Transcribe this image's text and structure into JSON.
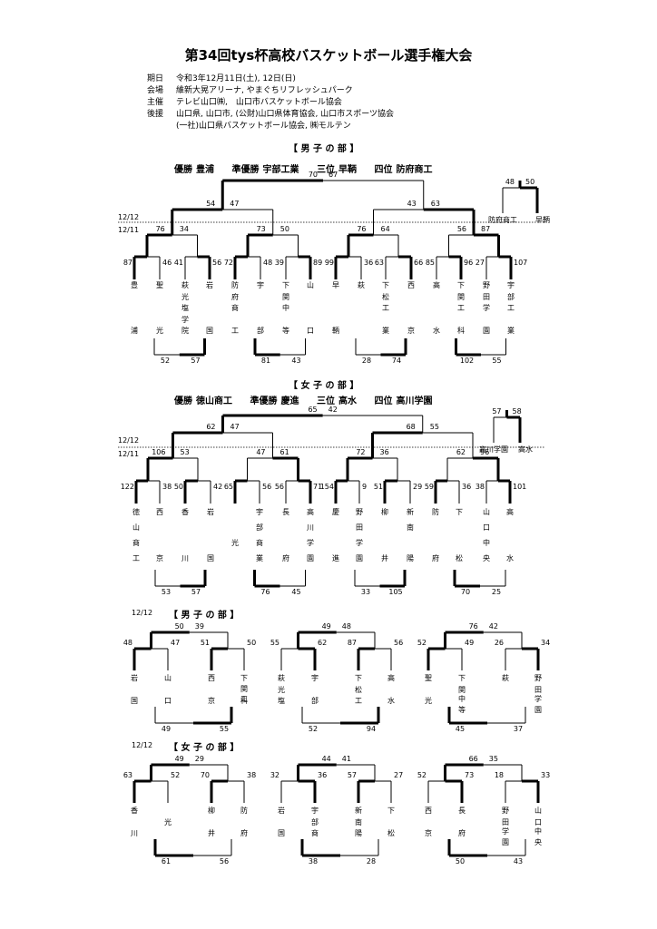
{
  "title": "第34回tys杯高校バスケットボール選手権大会",
  "info": [
    {
      "k": "期日",
      "v": "令和3年12月11日(土), 12日(日)"
    },
    {
      "k": "会場",
      "v": "維新大晃アリーナ, やまぐちリフレッシュパーク"
    },
    {
      "k": "主催",
      "v": "テレビ山口㈱,　山口市バスケットボール協会"
    },
    {
      "k": "後援",
      "v": "山口県,  山口市,  (公財)山口県体育協会,  山口市スポーツ協会"
    },
    {
      "k": "",
      "v": "(一社)山口県バスケットボール協会,  ㈱モルテン"
    }
  ],
  "dates": {
    "d1": "12/11",
    "d2": "12/12"
  },
  "men": {
    "heading": "【 男 子 の 部 】",
    "results": {
      "l1": "優勝",
      "v1": "豊浦",
      "l2": "準優勝",
      "v2": "宇部工業",
      "l3": "三位",
      "v3": "早鞆",
      "l4": "四位",
      "v4": "防府商工"
    },
    "teams": [
      [
        "豊",
        "",
        "",
        "",
        "浦"
      ],
      [
        "聖",
        "",
        "",
        "",
        "光"
      ],
      [
        "萩",
        "光",
        "塩",
        "学",
        "院"
      ],
      [
        "岩",
        "",
        "",
        "",
        "国"
      ],
      [
        "防",
        "府",
        "商",
        "",
        "工"
      ],
      [
        "宇",
        "",
        "",
        "",
        "部"
      ],
      [
        "下",
        "関",
        "中",
        "",
        "等"
      ],
      [
        "山",
        "",
        "",
        "",
        "口"
      ],
      [
        "早",
        "",
        "",
        "",
        "鞆"
      ],
      [
        "萩",
        "",
        "",
        "",
        ""
      ],
      [
        "下",
        "松",
        "工",
        "",
        "業"
      ],
      [
        "西",
        "",
        "",
        "",
        "京"
      ],
      [
        "高",
        "",
        "",
        "",
        "水"
      ],
      [
        "下",
        "関",
        "工",
        "",
        "科"
      ],
      [
        "野",
        "田",
        "学",
        "",
        "園"
      ],
      [
        "宇",
        "部",
        "工",
        "",
        "業"
      ]
    ],
    "r1": [
      "87",
      "46",
      "41",
      "56",
      "72",
      "48",
      "39",
      "89",
      "99",
      "36",
      "63",
      "66",
      "85",
      "96",
      "27",
      "107"
    ],
    "r1b": [
      "52",
      "57",
      "81",
      "43",
      "28",
      "74",
      "102",
      "55"
    ],
    "r2": [
      "76",
      "34",
      "73",
      "50",
      "76",
      "64",
      "56",
      "87"
    ],
    "r3": [
      "54",
      "47",
      "43",
      "63"
    ],
    "final": [
      "70",
      "67"
    ],
    "third": {
      "s": [
        "48",
        "50"
      ],
      "t": [
        "防府商工",
        "早鞆"
      ]
    }
  },
  "women": {
    "heading": "【 女 子 の 部 】",
    "results": {
      "l1": "優勝",
      "v1": "徳山商工",
      "l2": "準優勝",
      "v2": "慶進",
      "l3": "三位",
      "v3": "高水",
      "l4": "四位",
      "v4": "高川学園"
    },
    "teams": [
      [
        "徳",
        "山",
        "商",
        "工"
      ],
      [
        "西",
        "",
        "",
        "京"
      ],
      [
        "香",
        "",
        "",
        "川"
      ],
      [
        "岩",
        "",
        "",
        "国"
      ],
      [
        "",
        "",
        "光",
        ""
      ],
      [
        "宇",
        "部",
        "商",
        "業"
      ],
      [
        "長",
        "",
        "",
        "府"
      ],
      [
        "高",
        "川",
        "学",
        "園"
      ],
      [
        "慶",
        "",
        "",
        "進"
      ],
      [
        "野",
        "田",
        "学",
        "園"
      ],
      [
        "柳",
        "",
        "",
        "井"
      ],
      [
        "新",
        "南",
        "",
        "陽"
      ],
      [
        "防",
        "",
        "",
        "府"
      ],
      [
        "下",
        "",
        "",
        "松"
      ],
      [
        "山",
        "口",
        "中",
        "央"
      ],
      [
        "高",
        "",
        "",
        "水"
      ]
    ],
    "r1": [
      "122",
      "38",
      "50",
      "42",
      "65",
      "56",
      "56",
      "71",
      "154",
      "9",
      "51",
      "29",
      "59",
      "36",
      "38",
      "101"
    ],
    "r1b": [
      "53",
      "57",
      "76",
      "45",
      "33",
      "105",
      "70",
      "25"
    ],
    "r2": [
      "106",
      "53",
      "47",
      "61",
      "72",
      "36",
      "62",
      "96"
    ],
    "r3": [
      "62",
      "47",
      "68",
      "55"
    ],
    "final": [
      "65",
      "42"
    ],
    "third": {
      "s": [
        "57",
        "58"
      ],
      "t": [
        "高川学園",
        "高水"
      ]
    }
  },
  "small": [
    {
      "heading": "【 男 子 の 部 】",
      "blocks": [
        {
          "top": [
            "50",
            "39"
          ],
          "mid": [
            "48",
            "47",
            "51",
            "50"
          ],
          "bot": [
            "49",
            "55"
          ],
          "teams": [
            [
              "岩",
              "",
              "国"
            ],
            [
              "山",
              "",
              "口"
            ],
            [
              "西",
              "",
              "京"
            ],
            [
              "下",
              "関工",
              "科"
            ]
          ]
        },
        {
          "top": [
            "49",
            "48"
          ],
          "mid": [
            "55",
            "62",
            "87",
            "56"
          ],
          "bot": [
            "52",
            "94"
          ],
          "teams": [
            [
              "萩",
              "光",
              "塩"
            ],
            [
              "宇",
              "",
              "部"
            ],
            [
              "下",
              "松",
              "工"
            ],
            [
              "高",
              "",
              "水"
            ]
          ]
        },
        {
          "top": [
            "76",
            "42"
          ],
          "mid": [
            "52",
            "49",
            "26",
            "34"
          ],
          "bot": [
            "45",
            "37"
          ],
          "teams": [
            [
              "聖",
              "",
              "光"
            ],
            [
              "下",
              "関",
              "中等"
            ],
            [
              "萩",
              "",
              ""
            ],
            [
              "野",
              "田",
              "学園"
            ]
          ]
        }
      ]
    },
    {
      "heading": "【 女 子 の 部 】",
      "blocks": [
        {
          "top": [
            "49",
            "29"
          ],
          "mid": [
            "63",
            "52",
            "70",
            "38"
          ],
          "bot": [
            "61",
            "56"
          ],
          "teams": [
            [
              "香",
              "",
              "川"
            ],
            [
              "",
              "光",
              ""
            ],
            [
              "柳",
              "",
              "井"
            ],
            [
              "防",
              "",
              "府"
            ]
          ]
        },
        {
          "top": [
            "44",
            "41"
          ],
          "mid": [
            "32",
            "36",
            "57",
            "27"
          ],
          "bot": [
            "38",
            "28"
          ],
          "teams": [
            [
              "岩",
              "",
              "国"
            ],
            [
              "宇",
              "部",
              "商"
            ],
            [
              "新",
              "南",
              "陽"
            ],
            [
              "下",
              "",
              "松"
            ]
          ]
        },
        {
          "top": [
            "66",
            "35"
          ],
          "mid": [
            "52",
            "73",
            "18",
            "33"
          ],
          "bot": [
            "50",
            "43"
          ],
          "teams": [
            [
              "西",
              "",
              "京"
            ],
            [
              "長",
              "",
              "府"
            ],
            [
              "野",
              "田",
              "学園"
            ],
            [
              "山",
              "口",
              "中央"
            ]
          ]
        }
      ]
    }
  ],
  "colors": {
    "line": "#000000"
  }
}
